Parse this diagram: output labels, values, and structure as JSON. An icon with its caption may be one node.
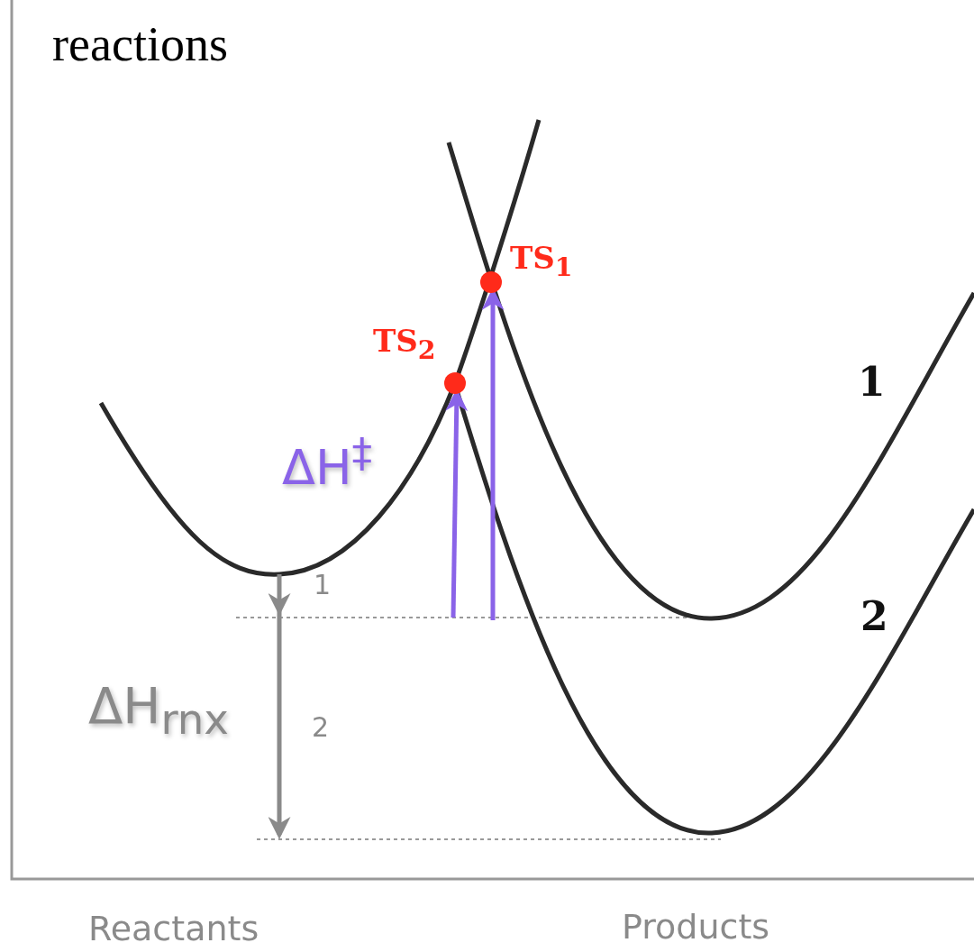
{
  "diagram": {
    "title": "reactions",
    "labels": [
      "TS$_{1}$",
      "TS$_{2}$",
      "1",
      "2",
      "ΔH$^{‡}$",
      "1",
      "2",
      "ΔH$_{rnx}$",
      "Reactants",
      "Products"
    ]
  }
}
